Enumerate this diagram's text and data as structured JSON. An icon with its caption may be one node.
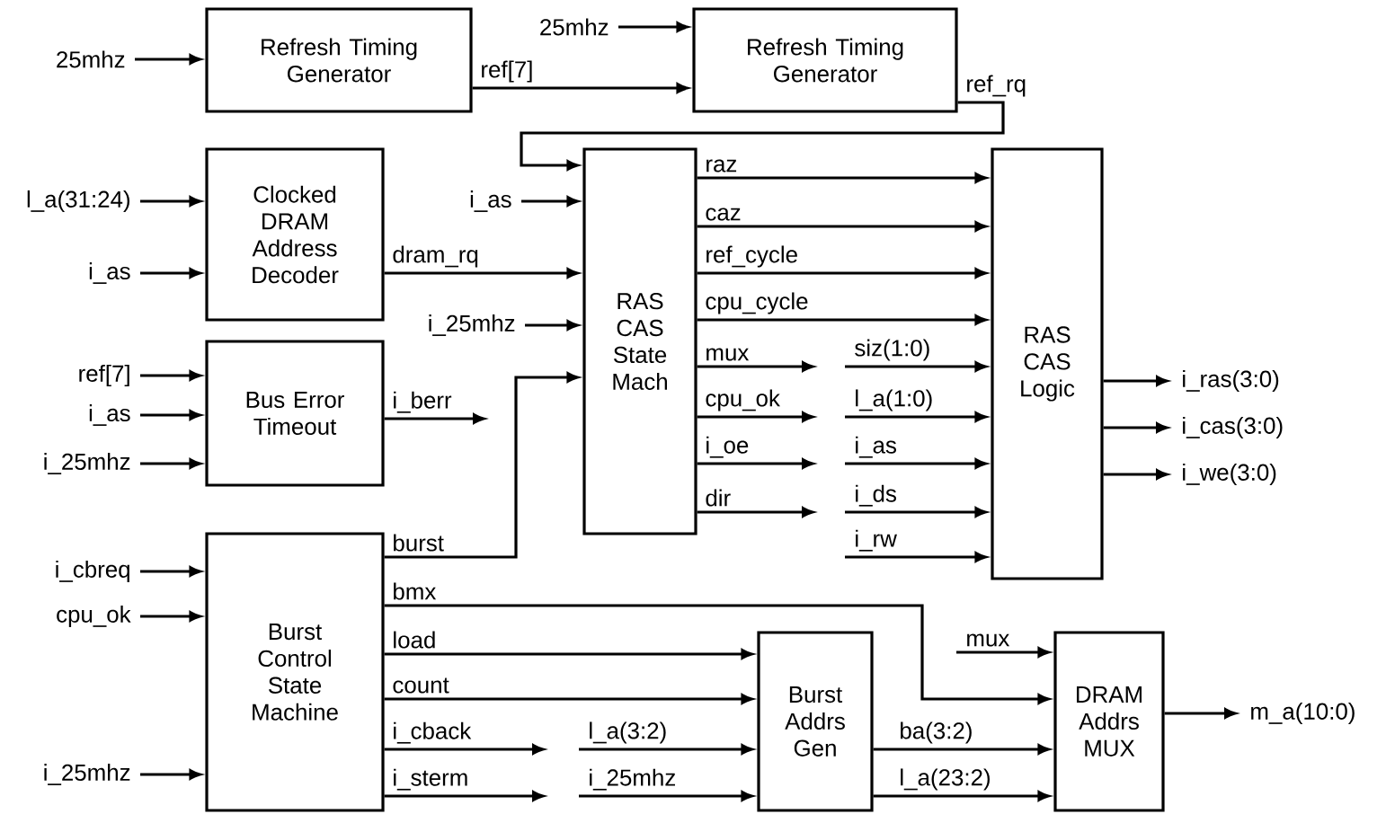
{
  "diagram": {
    "nodes": [
      {
        "text": [
          "Refresh Timing Generator"
        ]
      },
      {
        "text": [
          "Refresh Timing Generator"
        ]
      },
      {
        "text": [
          "Clocked DRAM Address Decoder"
        ]
      },
      {
        "text": [
          "Bus Error Timeout"
        ]
      },
      {
        "text": [
          "RAS CAS State Mach"
        ]
      },
      {
        "text": [
          "RAS CAS Logic"
        ]
      },
      {
        "text": [
          "Burst Control State Machine"
        ]
      },
      {
        "text": [
          "Burst Addrs Gen"
        ]
      },
      {
        "text": [
          "DRAM Addrs MUX"
        ]
      }
    ],
    "edges": [
      {
        "from": null,
        "to": 0,
        "arrow": "to",
        "label": "25mhz"
      },
      {
        "from": 0,
        "to": 1,
        "arrow": "to",
        "label": "ref[7]"
      },
      {
        "from": null,
        "to": 1,
        "arrow": "to",
        "label": "25mhz"
      },
      {
        "from": 1,
        "to": 4,
        "arrow": "to",
        "label": "ref_rq"
      },
      {
        "from": null,
        "to": 2,
        "arrow": "to",
        "label": "l_a(31:24)"
      },
      {
        "from": null,
        "to": 2,
        "arrow": "to",
        "label": "i_as"
      },
      {
        "from": null,
        "to": 4,
        "arrow": "to",
        "label": "i_as"
      },
      {
        "from": 2,
        "to": 4,
        "arrow": "to",
        "label": "dram_rq"
      },
      {
        "from": null,
        "to": 4,
        "arrow": "to",
        "label": "i_25mhz"
      },
      {
        "from": null,
        "to": 3,
        "arrow": "to",
        "label": "ref[7]"
      },
      {
        "from": null,
        "to": 3,
        "arrow": "to",
        "label": "i_as"
      },
      {
        "from": null,
        "to": 3,
        "arrow": "to",
        "label": "i_25mhz"
      },
      {
        "from": 3,
        "to": null,
        "arrow": "to",
        "label": "i_berr"
      },
      {
        "from": 6,
        "to": 4,
        "arrow": "to",
        "label": "burst"
      },
      {
        "from": 4,
        "to": 5,
        "arrow": "to",
        "label": "raz"
      },
      {
        "from": 4,
        "to": 5,
        "arrow": "to",
        "label": "caz"
      },
      {
        "from": 4,
        "to": 5,
        "arrow": "to",
        "label": "ref_cycle"
      },
      {
        "from": 4,
        "to": 5,
        "arrow": "to",
        "label": "cpu_cycle"
      },
      {
        "from": 4,
        "to": null,
        "arrow": "to",
        "label": "mux"
      },
      {
        "from": 4,
        "to": null,
        "arrow": "to",
        "label": "cpu_ok"
      },
      {
        "from": 4,
        "to": null,
        "arrow": "to",
        "label": "i_oe"
      },
      {
        "from": 4,
        "to": null,
        "arrow": "to",
        "label": "dir"
      },
      {
        "from": null,
        "to": 5,
        "arrow": "to",
        "label": "siz(1:0)"
      },
      {
        "from": null,
        "to": 5,
        "arrow": "to",
        "label": "l_a(1:0)"
      },
      {
        "from": null,
        "to": 5,
        "arrow": "to",
        "label": "i_as"
      },
      {
        "from": null,
        "to": 5,
        "arrow": "to",
        "label": "i_ds"
      },
      {
        "from": null,
        "to": 5,
        "arrow": "to",
        "label": "i_rw"
      },
      {
        "from": 5,
        "to": null,
        "arrow": "to",
        "label": "i_ras(3:0)"
      },
      {
        "from": 5,
        "to": null,
        "arrow": "to",
        "label": "i_cas(3:0)"
      },
      {
        "from": 5,
        "to": null,
        "arrow": "to",
        "label": "i_we(3:0)"
      },
      {
        "from": null,
        "to": 6,
        "arrow": "to",
        "label": "i_cbreq"
      },
      {
        "from": null,
        "to": 6,
        "arrow": "to",
        "label": "cpu_ok"
      },
      {
        "from": null,
        "to": 6,
        "arrow": "to",
        "label": "i_25mhz"
      },
      {
        "from": 6,
        "to": 8,
        "arrow": "to",
        "label": "bmx"
      },
      {
        "from": 6,
        "to": 7,
        "arrow": "to",
        "label": "load"
      },
      {
        "from": 6,
        "to": 7,
        "arrow": "to",
        "label": "count"
      },
      {
        "from": 6,
        "to": null,
        "arrow": "to",
        "label": "i_cback"
      },
      {
        "from": 6,
        "to": null,
        "arrow": "to",
        "label": "i_sterm"
      },
      {
        "from": null,
        "to": 7,
        "arrow": "to",
        "label": "l_a(3:2)"
      },
      {
        "from": null,
        "to": 7,
        "arrow": "to",
        "label": "i_25mhz"
      },
      {
        "from": null,
        "to": 8,
        "arrow": "to",
        "label": "mux"
      },
      {
        "from": 7,
        "to": 8,
        "arrow": "to",
        "label": "ba(3:2)"
      },
      {
        "from": 7,
        "to": 8,
        "arrow": "to",
        "label": "l_a(23:2)"
      },
      {
        "from": 8,
        "to": null,
        "arrow": "to",
        "label": "m_a(10:0)"
      }
    ]
  }
}
